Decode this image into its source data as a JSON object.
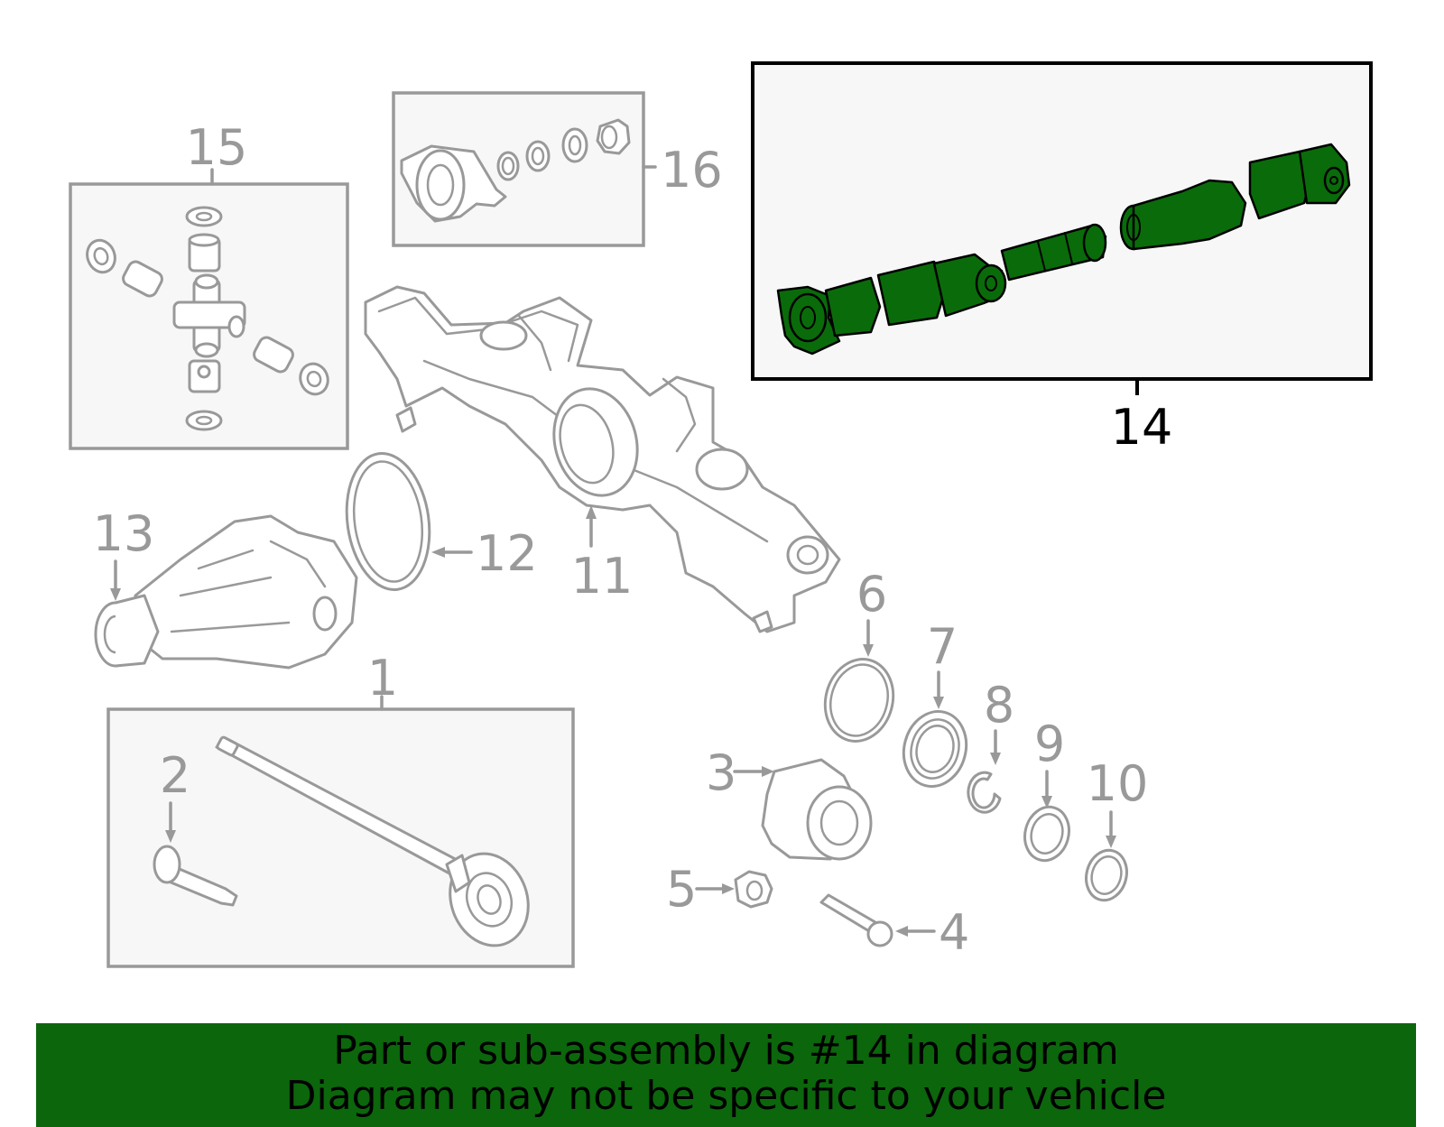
{
  "callouts": {
    "c1": "1",
    "c2": "2",
    "c3": "3",
    "c4": "4",
    "c5": "5",
    "c6": "6",
    "c7": "7",
    "c8": "8",
    "c9": "9",
    "c10": "10",
    "c11": "11",
    "c12": "12",
    "c13": "13",
    "c14": "14",
    "c15": "15",
    "c16": "16"
  },
  "highlighted_part": "14",
  "colors": {
    "highlight_fill": "#0a6b0a",
    "banner_bg": "#0c660c",
    "outline_gray": "#999999"
  },
  "banner": {
    "line1": "Part or sub-assembly is #14 in diagram",
    "line2": "Diagram may not be specific to your vehicle"
  }
}
